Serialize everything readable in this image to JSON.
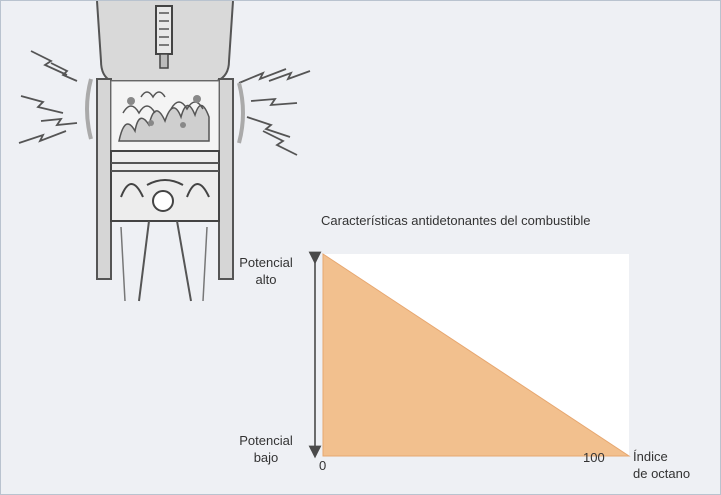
{
  "chart_data": {
    "type": "area",
    "title": "Características antidetonantes del combustible",
    "x_title_line1": "Índice",
    "x_title_line2": "de octano",
    "y_labels": {
      "high_line1": "Potencial",
      "high_line2": "alto",
      "low_line1": "Potencial",
      "low_line2": "bajo"
    },
    "x_ticks": [
      "0",
      "100"
    ],
    "xlim": [
      0,
      100
    ],
    "ylim": [
      0,
      1
    ],
    "series": [
      {
        "x": [
          0,
          100
        ],
        "y": [
          1,
          0
        ]
      }
    ],
    "colors": {
      "fill": "#f2c08e",
      "fill_stroke": "#e7a770",
      "plot_bg": "#ffffff",
      "axis": "#4a4a4a"
    }
  }
}
